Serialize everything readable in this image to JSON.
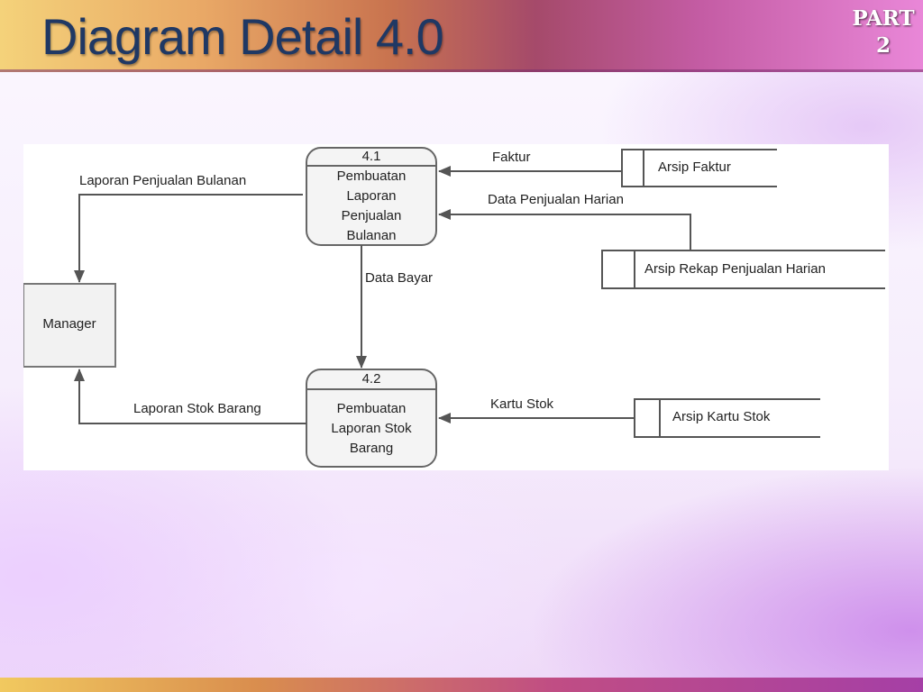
{
  "slide": {
    "title": "Diagram Detail 4.0",
    "part_label": "PART\n2"
  },
  "diagram": {
    "processes": [
      {
        "number": "4.1",
        "name": "Pembuatan\nLaporan\nPenjualan\nBulanan"
      },
      {
        "number": "4.2",
        "name": "Pembuatan\nLaporan Stok\nBarang"
      }
    ],
    "external_entity": "Manager",
    "data_stores": [
      {
        "name": "Arsip Faktur"
      },
      {
        "name": "Arsip Rekap Penjualan Harian"
      },
      {
        "name": "Arsip Kartu Stok"
      }
    ],
    "flows": {
      "faktur": "Faktur",
      "data_penjualan_harian": "Data Penjualan Harian",
      "laporan_penjualan_bulanan": "Laporan Penjualan Bulanan",
      "data_bayar": "Data Bayar",
      "laporan_stok_barang": "Laporan Stok Barang",
      "kartu_stok": "Kartu Stok"
    },
    "line_color": "#555555"
  }
}
